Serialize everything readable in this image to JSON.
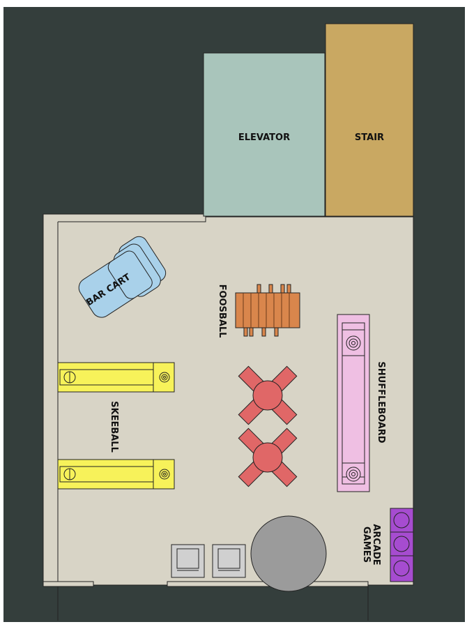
{
  "labels": {
    "elevator": "ELEVATOR",
    "stair": "STAIR",
    "bar_cart": "BAR CART",
    "foosball": "FOOSBALL",
    "skeeball": "SKEEBALL",
    "shuffleboard": "SHUFFLEBOARD",
    "arcade_line1": "ARCADE",
    "arcade_line2": "GAMES"
  },
  "colors": {
    "background": "#343e3c",
    "floor": "#d8d4c6",
    "elevator": "#a9c5bb",
    "stair": "#c9a862",
    "bar_cart": "#a9d1ea",
    "foosball": "#d9864c",
    "skeeball": "#f7f25a",
    "shuffleboard": "#efbfe3",
    "arcade": "#a64cd0",
    "table": "#e06767",
    "chair": "#d0d0d0",
    "round_table": "#9b9b9b"
  }
}
